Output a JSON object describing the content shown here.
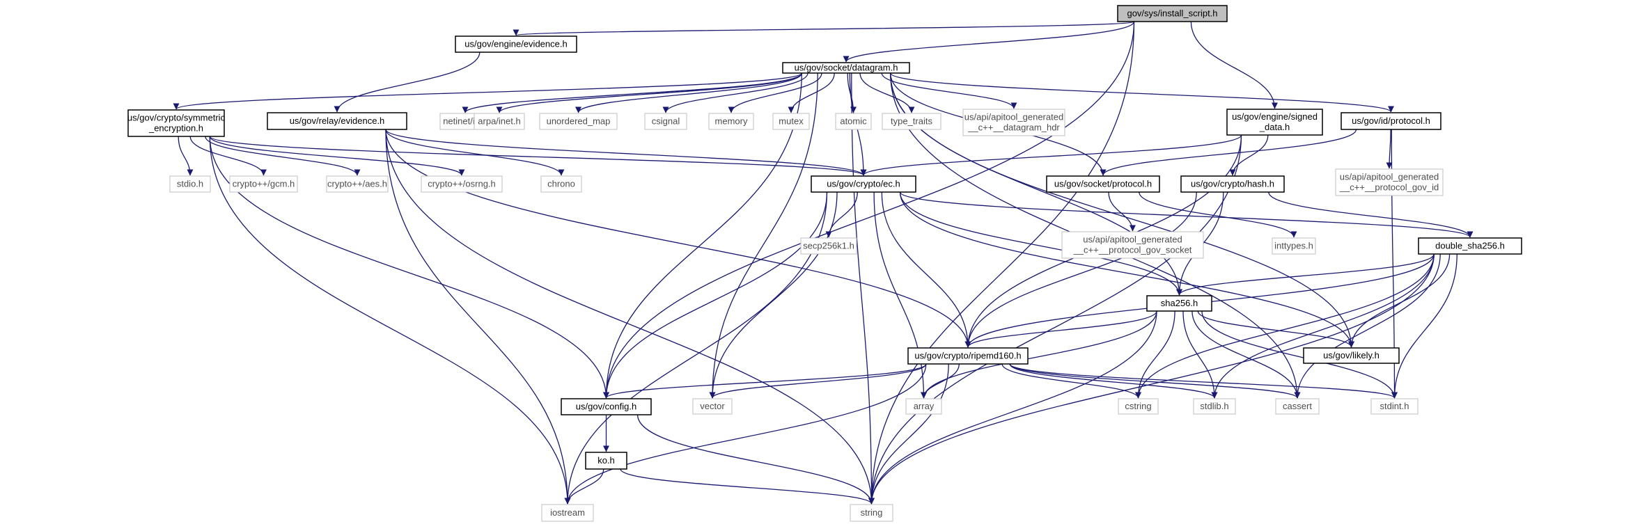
{
  "colors": {
    "edge": "#191970",
    "root_fill": "#bfbfbf",
    "local_border": "#000000",
    "system_border": "#bfbfbf",
    "system_text": "#4d4d4d",
    "text": "#000000"
  },
  "nodes": [
    {
      "id": "root",
      "lines": [
        "gov/sys/install_script.h"
      ],
      "kind": "root"
    },
    {
      "id": "evidence_engine",
      "lines": [
        "us/gov/engine/evidence.h"
      ],
      "kind": "local"
    },
    {
      "id": "datagram",
      "lines": [
        "us/gov/socket/datagram.h"
      ],
      "kind": "local"
    },
    {
      "id": "sym",
      "lines": [
        "us/gov/crypto/symmetric",
        "_encryption.h"
      ],
      "kind": "local"
    },
    {
      "id": "relay",
      "lines": [
        "us/gov/relay/evidence.h"
      ],
      "kind": "local"
    },
    {
      "id": "netinet",
      "lines": [
        "netinet/in.h"
      ],
      "kind": "system"
    },
    {
      "id": "arpa",
      "lines": [
        "arpa/inet.h"
      ],
      "kind": "system"
    },
    {
      "id": "umap",
      "lines": [
        "unordered_map"
      ],
      "kind": "system"
    },
    {
      "id": "csignal",
      "lines": [
        "csignal"
      ],
      "kind": "system"
    },
    {
      "id": "memory",
      "lines": [
        "memory"
      ],
      "kind": "system"
    },
    {
      "id": "mutex",
      "lines": [
        "mutex"
      ],
      "kind": "system"
    },
    {
      "id": "atomic",
      "lines": [
        "atomic"
      ],
      "kind": "system"
    },
    {
      "id": "typetraits",
      "lines": [
        "type_traits"
      ],
      "kind": "system"
    },
    {
      "id": "dghdr",
      "lines": [
        "us/api/apitool_generated",
        "__c++__datagram_hdr"
      ],
      "kind": "system"
    },
    {
      "id": "signed",
      "lines": [
        "us/gov/engine/signed",
        "_data.h"
      ],
      "kind": "local"
    },
    {
      "id": "idproto",
      "lines": [
        "us/gov/id/protocol.h"
      ],
      "kind": "local"
    },
    {
      "id": "stdio",
      "lines": [
        "stdio.h"
      ],
      "kind": "system"
    },
    {
      "id": "gcm",
      "lines": [
        "crypto++/gcm.h"
      ],
      "kind": "system"
    },
    {
      "id": "aes",
      "lines": [
        "crypto++/aes.h"
      ],
      "kind": "system"
    },
    {
      "id": "osrng",
      "lines": [
        "crypto++/osrng.h"
      ],
      "kind": "system"
    },
    {
      "id": "chrono",
      "lines": [
        "chrono"
      ],
      "kind": "system"
    },
    {
      "id": "ec",
      "lines": [
        "us/gov/crypto/ec.h"
      ],
      "kind": "local"
    },
    {
      "id": "sockproto",
      "lines": [
        "us/gov/socket/protocol.h"
      ],
      "kind": "local"
    },
    {
      "id": "hash",
      "lines": [
        "us/gov/crypto/hash.h"
      ],
      "kind": "local"
    },
    {
      "id": "protoid",
      "lines": [
        "us/api/apitool_generated",
        "__c++__protocol_gov_id"
      ],
      "kind": "system"
    },
    {
      "id": "secp",
      "lines": [
        "secp256k1.h"
      ],
      "kind": "system"
    },
    {
      "id": "protosock",
      "lines": [
        "us/api/apitool_generated",
        "__c++__protocol_gov_socket"
      ],
      "kind": "system"
    },
    {
      "id": "inttypes",
      "lines": [
        "inttypes.h"
      ],
      "kind": "system"
    },
    {
      "id": "dsha",
      "lines": [
        "double_sha256.h"
      ],
      "kind": "local"
    },
    {
      "id": "sha",
      "lines": [
        "sha256.h"
      ],
      "kind": "local"
    },
    {
      "id": "ripemd",
      "lines": [
        "us/gov/crypto/ripemd160.h"
      ],
      "kind": "local"
    },
    {
      "id": "likely",
      "lines": [
        "us/gov/likely.h"
      ],
      "kind": "local"
    },
    {
      "id": "config",
      "lines": [
        "us/gov/config.h"
      ],
      "kind": "local"
    },
    {
      "id": "vector",
      "lines": [
        "vector"
      ],
      "kind": "system"
    },
    {
      "id": "array",
      "lines": [
        "array"
      ],
      "kind": "system"
    },
    {
      "id": "cstring",
      "lines": [
        "cstring"
      ],
      "kind": "system"
    },
    {
      "id": "stdlib",
      "lines": [
        "stdlib.h"
      ],
      "kind": "system"
    },
    {
      "id": "cassert",
      "lines": [
        "cassert"
      ],
      "kind": "system"
    },
    {
      "id": "stdint",
      "lines": [
        "stdint.h"
      ],
      "kind": "system"
    },
    {
      "id": "ko",
      "lines": [
        "ko.h"
      ],
      "kind": "local"
    },
    {
      "id": "iostream",
      "lines": [
        "iostream"
      ],
      "kind": "system"
    },
    {
      "id": "string",
      "lines": [
        "string"
      ],
      "kind": "system"
    }
  ],
  "edges": [
    [
      "root",
      "evidence_engine"
    ],
    [
      "root",
      "datagram"
    ],
    [
      "root",
      "signed"
    ],
    [
      "root",
      "config"
    ],
    [
      "root",
      "string"
    ],
    [
      "evidence_engine",
      "relay"
    ],
    [
      "datagram",
      "netinet"
    ],
    [
      "datagram",
      "arpa"
    ],
    [
      "datagram",
      "umap"
    ],
    [
      "datagram",
      "csignal"
    ],
    [
      "datagram",
      "memory"
    ],
    [
      "datagram",
      "mutex"
    ],
    [
      "datagram",
      "atomic"
    ],
    [
      "datagram",
      "typetraits"
    ],
    [
      "datagram",
      "dghdr"
    ],
    [
      "datagram",
      "idproto"
    ],
    [
      "datagram",
      "sym"
    ],
    [
      "datagram",
      "ec"
    ],
    [
      "datagram",
      "sockproto"
    ],
    [
      "datagram",
      "sha"
    ],
    [
      "datagram",
      "likely"
    ],
    [
      "datagram",
      "vector"
    ],
    [
      "datagram",
      "cassert"
    ],
    [
      "datagram",
      "config"
    ],
    [
      "datagram",
      "string"
    ],
    [
      "sym",
      "stdio"
    ],
    [
      "sym",
      "gcm"
    ],
    [
      "sym",
      "aes"
    ],
    [
      "sym",
      "osrng"
    ],
    [
      "sym",
      "ec"
    ],
    [
      "sym",
      "config"
    ],
    [
      "sym",
      "iostream"
    ],
    [
      "relay",
      "ec"
    ],
    [
      "relay",
      "chrono"
    ],
    [
      "relay",
      "ripemd"
    ],
    [
      "relay",
      "string"
    ],
    [
      "relay",
      "iostream"
    ],
    [
      "signed",
      "hash"
    ],
    [
      "signed",
      "ripemd"
    ],
    [
      "signed",
      "ec"
    ],
    [
      "signed",
      "string"
    ],
    [
      "idproto",
      "sockproto"
    ],
    [
      "idproto",
      "protoid"
    ],
    [
      "idproto",
      "stdint"
    ],
    [
      "ec",
      "secp"
    ],
    [
      "ec",
      "dsha"
    ],
    [
      "ec",
      "sha"
    ],
    [
      "ec",
      "ripemd"
    ],
    [
      "ec",
      "likely"
    ],
    [
      "ec",
      "config"
    ],
    [
      "ec",
      "vector"
    ],
    [
      "ec",
      "array"
    ],
    [
      "ec",
      "iostream"
    ],
    [
      "sockproto",
      "protosock"
    ],
    [
      "sockproto",
      "inttypes"
    ],
    [
      "hash",
      "dsha"
    ],
    [
      "hash",
      "sha"
    ],
    [
      "hash",
      "ripemd"
    ],
    [
      "dsha",
      "sha"
    ],
    [
      "dsha",
      "ripemd"
    ],
    [
      "dsha",
      "likely"
    ],
    [
      "dsha",
      "cstring"
    ],
    [
      "dsha",
      "stdlib"
    ],
    [
      "dsha",
      "cassert"
    ],
    [
      "dsha",
      "stdint"
    ],
    [
      "dsha",
      "string"
    ],
    [
      "sha",
      "ripemd"
    ],
    [
      "sha",
      "likely"
    ],
    [
      "sha",
      "array"
    ],
    [
      "sha",
      "cstring"
    ],
    [
      "sha",
      "stdlib"
    ],
    [
      "sha",
      "cassert"
    ],
    [
      "sha",
      "stdint"
    ],
    [
      "sha",
      "string"
    ],
    [
      "ripemd",
      "config"
    ],
    [
      "ripemd",
      "vector"
    ],
    [
      "ripemd",
      "array"
    ],
    [
      "ripemd",
      "cstring"
    ],
    [
      "ripemd",
      "stdlib"
    ],
    [
      "ripemd",
      "cassert"
    ],
    [
      "ripemd",
      "stdint"
    ],
    [
      "ripemd",
      "iostream"
    ],
    [
      "ripemd",
      "string"
    ],
    [
      "config",
      "ko"
    ],
    [
      "config",
      "string"
    ],
    [
      "ko",
      "iostream"
    ],
    [
      "ko",
      "string"
    ]
  ]
}
